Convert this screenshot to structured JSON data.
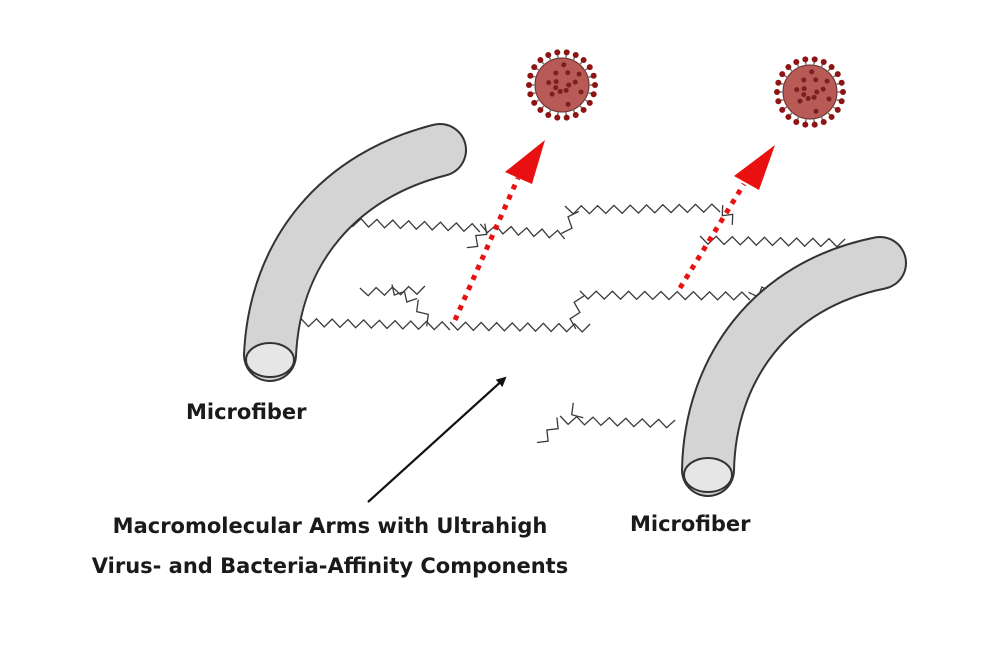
{
  "labels": {
    "microfiber_left": "Microfiber",
    "microfiber_right": "Microfiber",
    "arms_line1": "Macromolecular Arms with Ultrahigh",
    "arms_line2": "Virus- and Bacteria-Affinity Components"
  },
  "colors": {
    "fiber_fill": "#d4d4d4",
    "fiber_stroke": "#333333",
    "chain": "#3a3a3a",
    "capture_arrow": "#e81010",
    "pointer_arrow": "#111111",
    "virus_body": "#b85a55",
    "virus_spike": "#8e1414"
  },
  "icons": {
    "virus_left": "coronavirus-icon",
    "virus_right": "coronavirus-icon"
  }
}
